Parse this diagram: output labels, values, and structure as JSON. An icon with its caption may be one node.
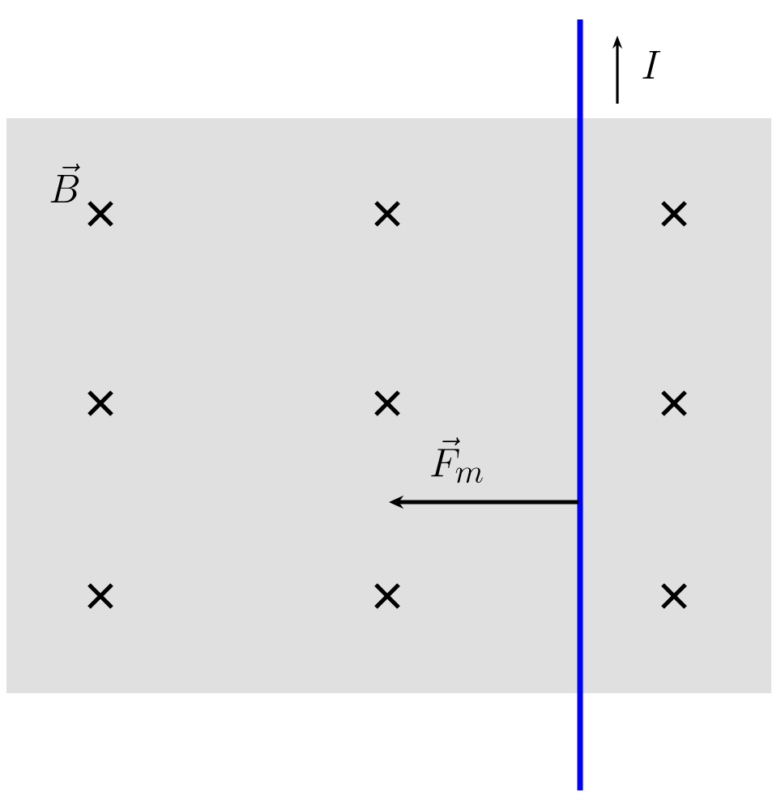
{
  "diagram": {
    "labels": [
      "\\vec{B}",
      "I",
      "\\vec{F}_m"
    ]
  }
}
